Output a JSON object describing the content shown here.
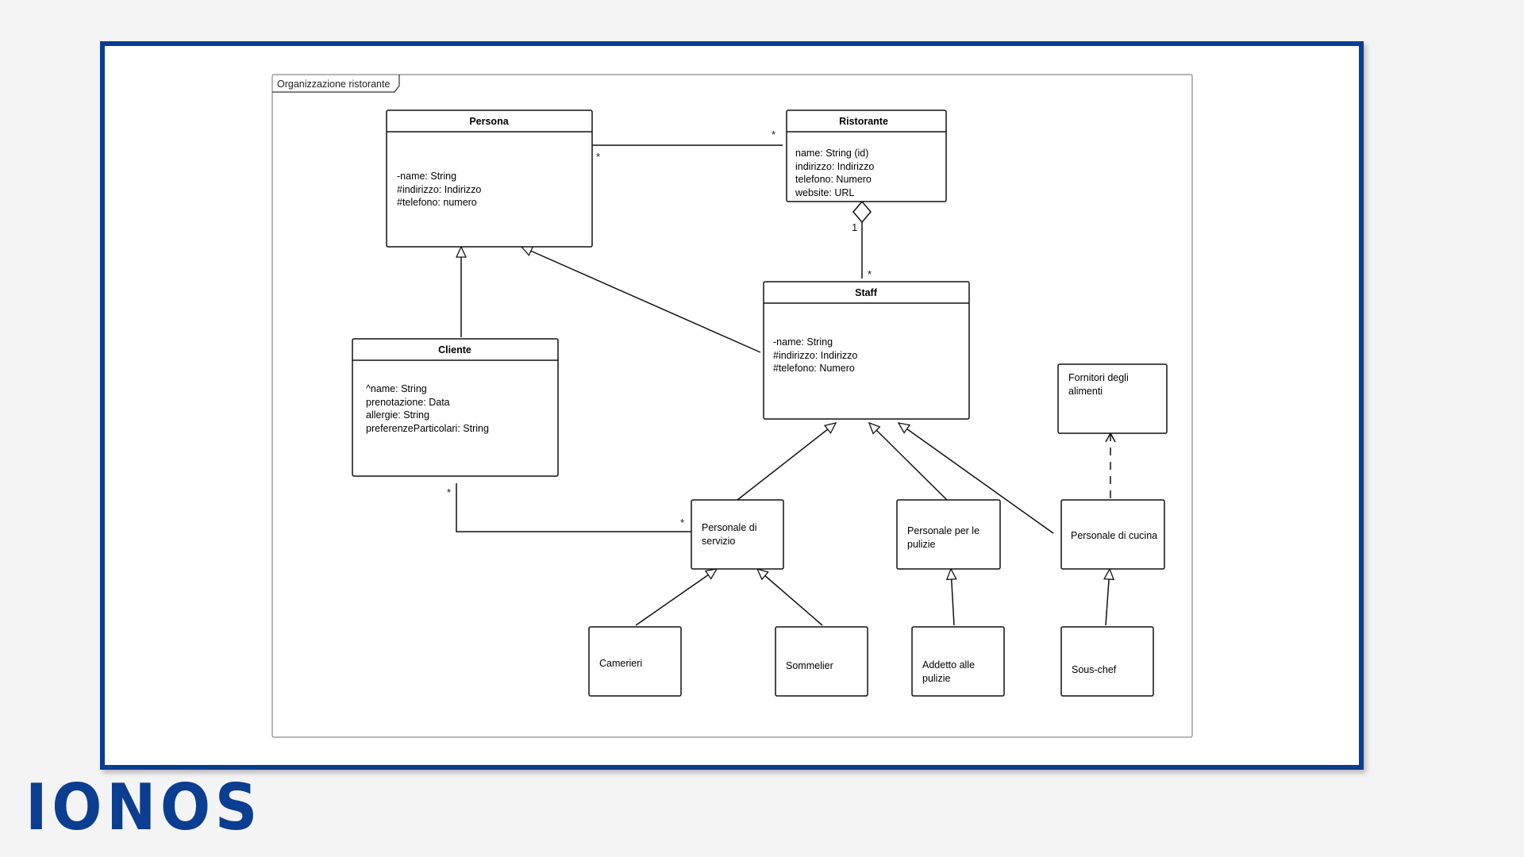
{
  "brand": {
    "logo_text": "IONOS",
    "color": "#0b3d91"
  },
  "package": {
    "name": "Organizzazione ristorante"
  },
  "classes": {
    "persona": {
      "name": "Persona",
      "attributes": [
        "-name: String",
        "#indirizzo: Indirizzo",
        "#telefono: numero"
      ]
    },
    "ristorante": {
      "name": "Ristorante",
      "attributes": [
        "name: String (id)",
        "indirizzo: Indirizzo",
        "telefono: Numero",
        "website: URL"
      ]
    },
    "staff": {
      "name": "Staff",
      "attributes": [
        "-name: String",
        "#indirizzo: Indirizzo",
        "#telefono: Numero"
      ]
    },
    "cliente": {
      "name": "Cliente",
      "attributes": [
        "^name: String",
        "prenotazione: Data",
        "allergie: String",
        "preferenzeParticolari: String"
      ]
    },
    "fornitori": {
      "lines": [
        "Fornitori degli",
        "alimenti"
      ]
    },
    "personale_servizio": {
      "lines": [
        "Personale di",
        "servizio"
      ]
    },
    "personale_pulizie": {
      "lines": [
        "Personale per le",
        "pulizie"
      ]
    },
    "personale_cucina": {
      "lines": [
        "Personale di cucina"
      ]
    },
    "camerieri": {
      "lines": [
        "Camerieri"
      ]
    },
    "sommelier": {
      "lines": [
        "Sommelier"
      ]
    },
    "addetto": {
      "lines": [
        "Addetto alle",
        "pulizie"
      ]
    },
    "souschef": {
      "lines": [
        "Sous-chef"
      ]
    }
  },
  "multiplicities": {
    "persona_ristorante_left": "*",
    "persona_ristorante_right": "*",
    "ristorante_staff_top": "1",
    "ristorante_staff_bottom": "*",
    "cliente_servizio_left": "*",
    "cliente_servizio_right": "*"
  }
}
